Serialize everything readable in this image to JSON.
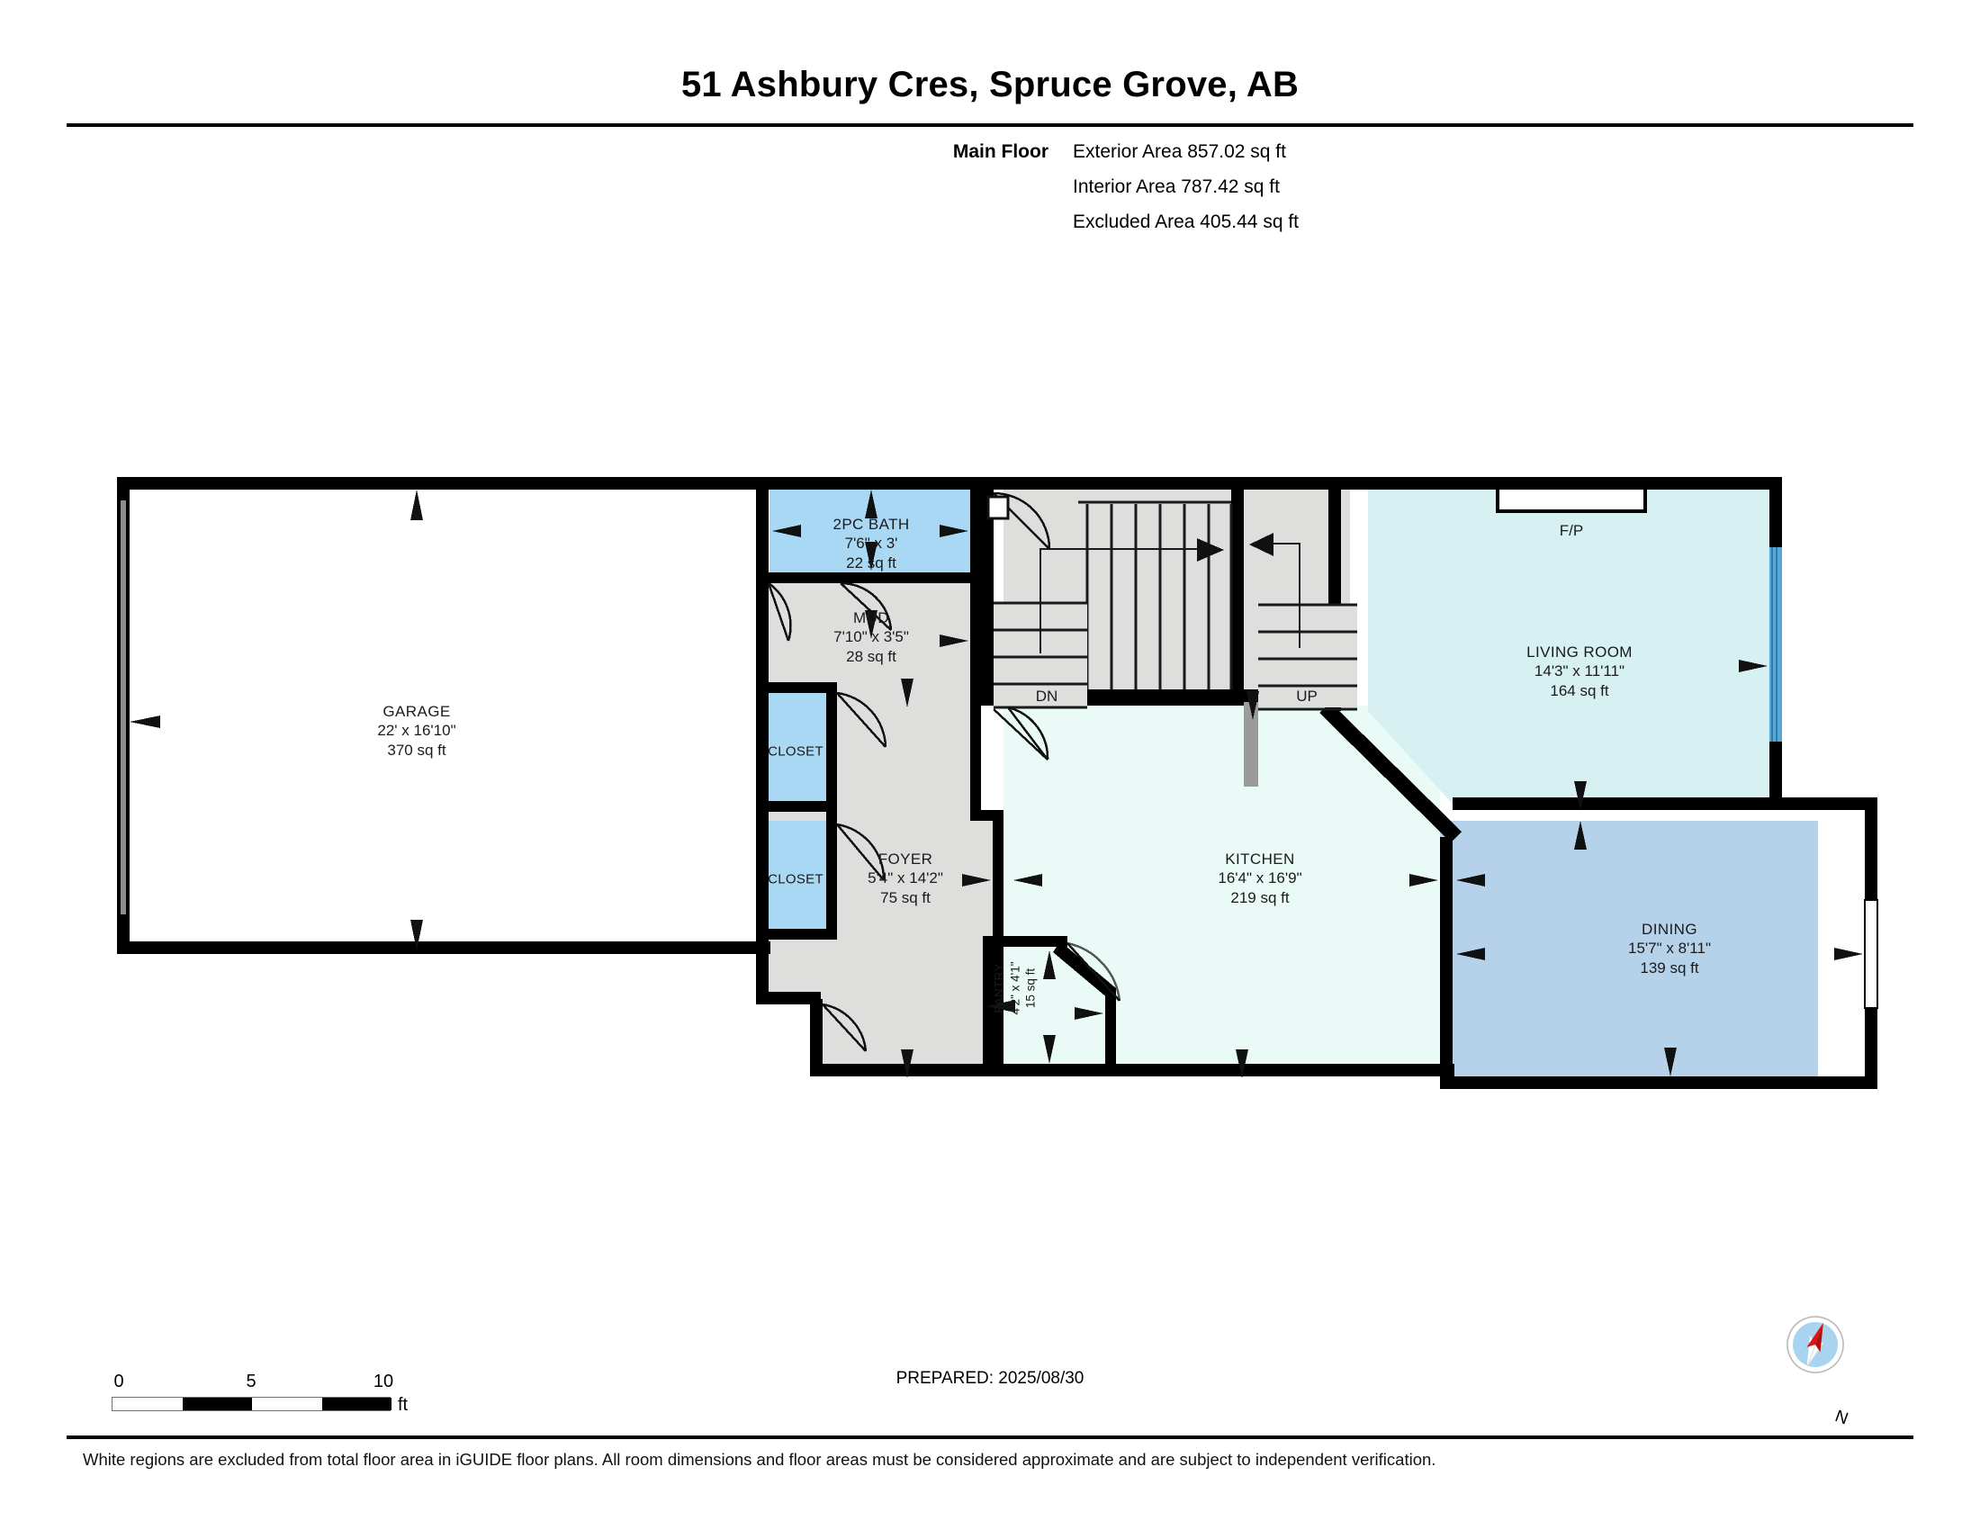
{
  "header": {
    "title": "51 Ashbury Cres, Spruce Grove, AB",
    "floor_label": "Main Floor",
    "exterior_area": "Exterior Area 857.02 sq ft",
    "interior_area": "Interior Area 787.42 sq ft",
    "excluded_area": "Excluded Area 405.44 sq ft"
  },
  "rooms": {
    "bath": {
      "name": "2PC BATH",
      "dim": "7'6\" x 3'",
      "area": "22 sq ft"
    },
    "mud": {
      "name": "MUD",
      "dim": "7'10\" x 3'5\"",
      "area": "28 sq ft"
    },
    "garage": {
      "name": "GARAGE",
      "dim": "22' x 16'10\"",
      "area": "370 sq ft"
    },
    "foyer": {
      "name": "FOYER",
      "dim": "5'4\" x 14'2\"",
      "area": "75 sq ft"
    },
    "kitchen": {
      "name": "KITCHEN",
      "dim": "16'4\" x 16'9\"",
      "area": "219 sq ft"
    },
    "living": {
      "name": "LIVING ROOM",
      "dim": "14'3\" x 11'11\"",
      "area": "164 sq ft"
    },
    "dining": {
      "name": "DINING",
      "dim": "15'7\" x 8'11\"",
      "area": "139 sq ft"
    },
    "pantry": {
      "name": "PANTRY",
      "dim": "4'2\" x 4'1\"",
      "area": "15 sq ft"
    },
    "closet_upper": {
      "name": "CLOSET"
    },
    "closet_lower": {
      "name": "CLOSET"
    }
  },
  "annotations": {
    "fireplace": "F/P",
    "stairs_down": "DN",
    "stairs_up": "UP"
  },
  "scale": {
    "ticks": [
      "0",
      "5",
      "10"
    ],
    "unit": "ft"
  },
  "footer": {
    "prepared": "PREPARED: 2025/08/30",
    "north_label": "N",
    "disclaimer": "White regions are excluded from total floor area in iGUIDE floor plans. All room dimensions and floor areas must be considered approximate and are subject to independent verification."
  },
  "colors": {
    "wall": "#000000",
    "bath_fill": "#a9d8f5",
    "closet_fill": "#a9d8f5",
    "pantry_fill": "#a9d8f5",
    "living_fill": "#d7f0f2",
    "kitchen_fill": "#eafaf7",
    "dining_fill": "#b5d2ea",
    "foyer_fill": "#dededd",
    "garage_fill": "#ffffff",
    "window_blue": "#56a8d8",
    "compass_disc": "#a8d4ef",
    "compass_needle": "#dd1414"
  }
}
